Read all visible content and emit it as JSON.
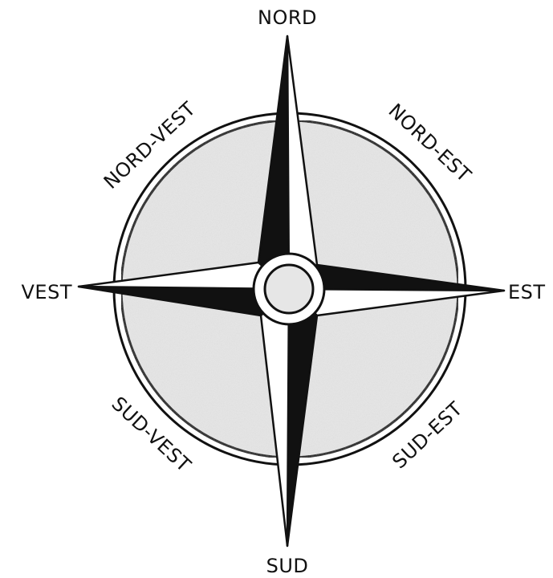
{
  "compass": {
    "labels": {
      "north": "NORD",
      "south": "SUD",
      "east": "EST",
      "west": "VEST",
      "northeast": "NORD-EST",
      "northwest": "NORD-VEST",
      "southeast": "SUD-EST",
      "southwest": "SUD-VEST"
    },
    "colors": {
      "ink": "#111111",
      "dial_fill": "#e6e6e6",
      "paper": "#ffffff"
    }
  }
}
